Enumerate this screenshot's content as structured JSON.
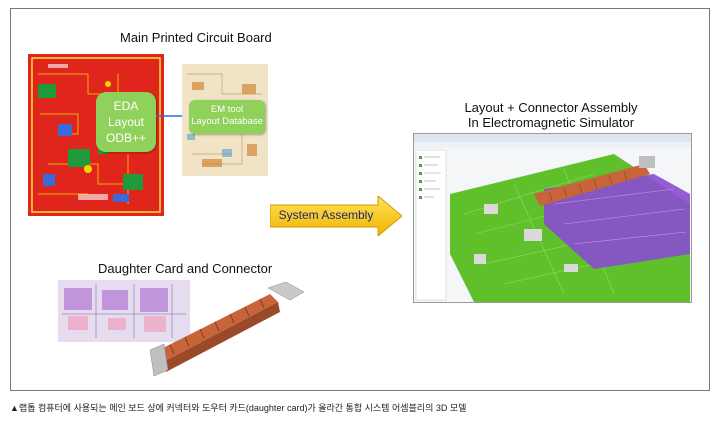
{
  "labels": {
    "main_pcb": "Main Printed Circuit Board",
    "eda_line1": "EDA",
    "eda_line2": "Layout",
    "eda_line3": "ODB++",
    "em_line1": "EM tool",
    "em_line2": "Layout Database",
    "sim_title_line1": "Layout + Connector Assembly",
    "sim_title_line2": "In Electromagnetic Simulator",
    "system_assembly": "System Assembly",
    "daughter_card": "Daughter Card and Connector"
  },
  "caption": "▲랩톱 컴퓨터에 사용되는 메인 보드 상에 커넥터와 도우터 카드(daughter card)가 올라간 통합 시스템 어셈블리의 3D 모델",
  "colors": {
    "pcb_red": "#e0261c",
    "box_green": "#8fd15a",
    "arrow_yellow": "#f5c400",
    "arrow_blue": "#2f6fd0",
    "sim_green": "#5fc02c",
    "sim_purple": "#8a4bd0",
    "connector_orange": "#c8643a"
  }
}
